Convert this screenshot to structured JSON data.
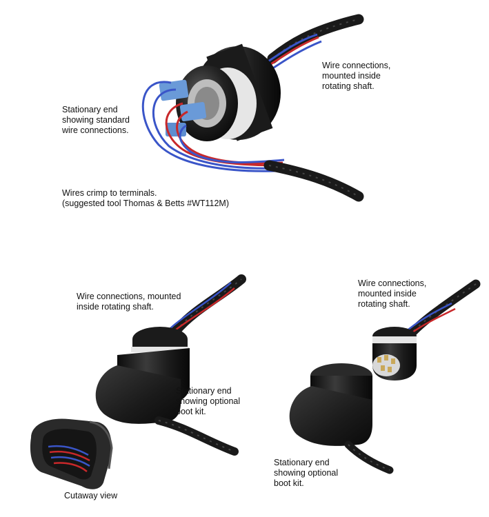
{
  "top": {
    "caption_rotating": [
      "Wire connections,",
      "mounted inside",
      "rotating shaft."
    ],
    "caption_stationary": [
      "Stationary end",
      "showing standard",
      "wire connections."
    ],
    "caption_crimp": [
      "Wires crimp to terminals.",
      "(suggested tool Thomas & Betts #WT112M)"
    ]
  },
  "bottom_left": {
    "caption_rotating": [
      "Wire connections, mounted",
      "inside rotating shaft."
    ],
    "caption_stationary": [
      "Stationary end",
      "showing optional",
      "boot kit."
    ],
    "caption_cutaway": "Cutaway view"
  },
  "bottom_right": {
    "caption_rotating": [
      "Wire connections,",
      "mounted inside",
      "rotating shaft."
    ],
    "caption_stationary": [
      "Stationary end",
      "showing optional",
      "boot kit."
    ]
  },
  "colors": {
    "body_black": "#1b1b1b",
    "wire_blue": "#3a55c8",
    "wire_red": "#c8282a",
    "terminal_blue": "#6a9ad8",
    "band_white": "#e6e6e6"
  }
}
